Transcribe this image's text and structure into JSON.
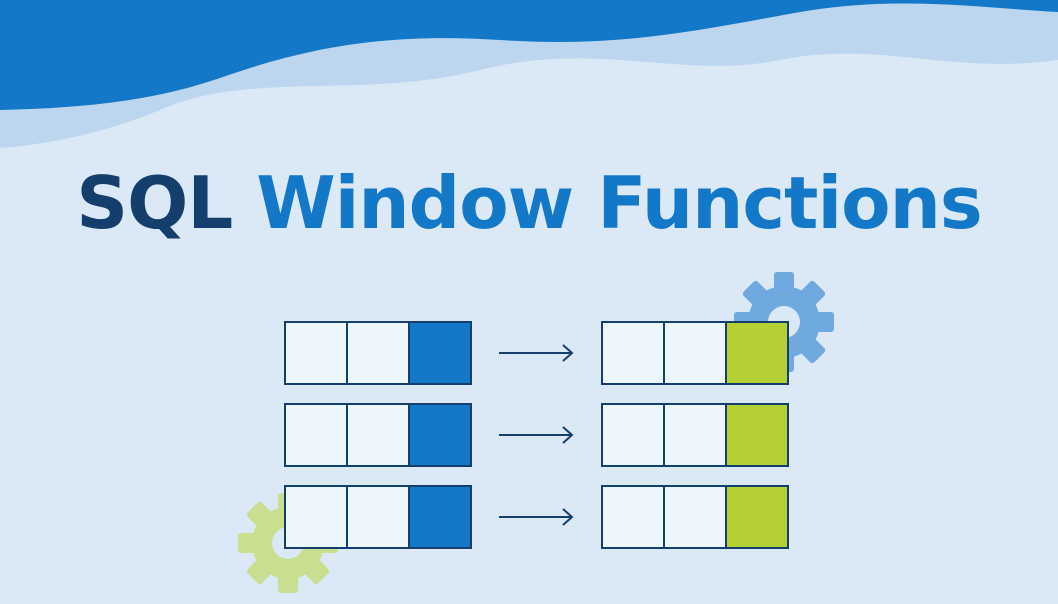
{
  "title": {
    "part1": "SQL",
    "part2": "Window Functions"
  },
  "colors": {
    "background": "#dbe8f6",
    "wave_dark": "#1478c8",
    "wave_light": "#bcd6ef",
    "title_dark": "#143e6b",
    "title_blue": "#1478c8",
    "cell_empty": "#eef6fd",
    "cell_border": "#143e6b",
    "cell_input_highlight": "#1478c8",
    "cell_output_highlight": "#b5d034",
    "arrow": "#143e6b",
    "gear_blue": "#6fa9df",
    "gear_green": "#c9de8f"
  },
  "icons": [
    "gear-icon",
    "gear-icon",
    "arrow-right-icon"
  ],
  "rows": [
    {
      "input_cells": 3,
      "output_cells": 3
    },
    {
      "input_cells": 3,
      "output_cells": 3
    },
    {
      "input_cells": 3,
      "output_cells": 3
    }
  ]
}
